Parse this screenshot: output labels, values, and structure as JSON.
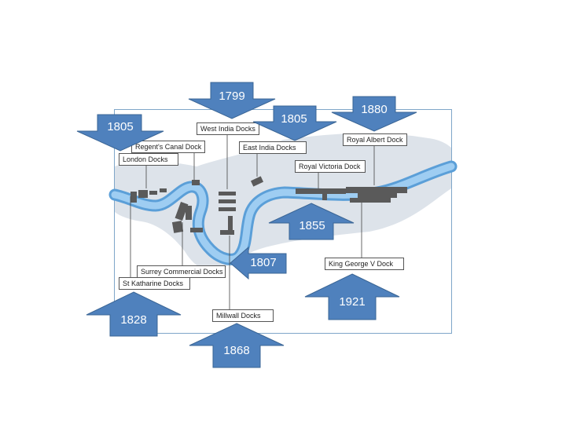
{
  "colors": {
    "arrow_fill": "#4f81bd",
    "arrow_stroke": "#3a6595",
    "river": "#7fb8e8",
    "river_edge": "#5b9fd8",
    "land": "#dde3ea",
    "dock": "#5a5a5a",
    "frame": "#7fa6c9"
  },
  "docks": [
    {
      "id": "west-india",
      "name": "West India Docks"
    },
    {
      "id": "regents-canal",
      "name": "Regent's Canal Dock"
    },
    {
      "id": "london",
      "name": "London Docks"
    },
    {
      "id": "east-india",
      "name": "East India Docks"
    },
    {
      "id": "royal-victoria",
      "name": "Royal Victoria Dock"
    },
    {
      "id": "royal-albert",
      "name": "Royal Albert Dock"
    },
    {
      "id": "king-george-v",
      "name": "King George V Dock"
    },
    {
      "id": "surrey-commercial",
      "name": "Surrey Commercial Docks"
    },
    {
      "id": "st-katharine",
      "name": "St Katharine Docks"
    },
    {
      "id": "millwall",
      "name": "Millwall Docks"
    }
  ],
  "years": {
    "west_india": "1799",
    "london": "1805",
    "east_india": "1805",
    "royal_albert": "1880",
    "royal_victoria": "1855",
    "surrey_commercial": "1807",
    "st_katharine": "1828",
    "millwall": "1868",
    "king_george_v": "1921"
  }
}
